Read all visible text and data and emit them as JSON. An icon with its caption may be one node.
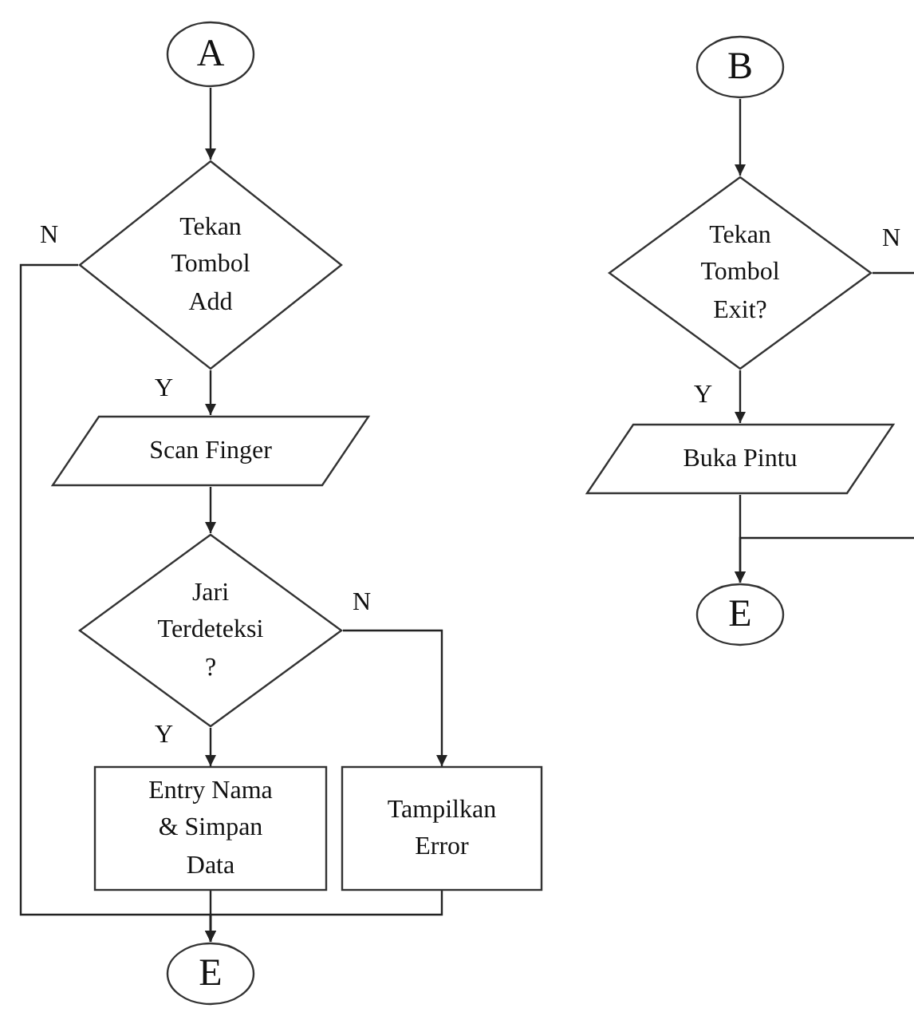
{
  "diagram": {
    "nodes": [
      {
        "text": [
          "A"
        ]
      },
      {
        "text": [
          "Tekan Tombol Add"
        ]
      },
      {
        "text": [
          "Scan Finger"
        ]
      },
      {
        "text": [
          "Jari Terdeteksi ?"
        ]
      },
      {
        "text": [
          "Entry Nama & Simpan Data"
        ]
      },
      {
        "text": [
          "Tampilkan Error"
        ]
      },
      {
        "text": [
          "E"
        ]
      },
      {
        "text": [
          "B"
        ]
      },
      {
        "text": [
          "Tekan Tombol Exit?"
        ]
      },
      {
        "text": [
          "Buka Pintu"
        ]
      },
      {
        "text": [
          "E"
        ]
      }
    ],
    "edges": [
      {
        "from": 0,
        "to": 1,
        "arrow": "to"
      },
      {
        "from": 1,
        "to": 2,
        "arrow": "to",
        "label": "Y"
      },
      {
        "from": 2,
        "to": 3,
        "arrow": "to"
      },
      {
        "from": 3,
        "to": 4,
        "arrow": "to",
        "label": "Y"
      },
      {
        "from": 3,
        "to": 5,
        "arrow": "to",
        "label": "N"
      },
      {
        "from": 4,
        "to": 6,
        "arrow": "to"
      },
      {
        "from": 5,
        "to": 6,
        "arrow": "to"
      },
      {
        "from": 1,
        "to": 6,
        "arrow": "to",
        "label": "N"
      },
      {
        "from": 7,
        "to": 8,
        "arrow": "to"
      },
      {
        "from": 8,
        "to": null,
        "arrow": "none",
        "label": "N"
      },
      {
        "from": 8,
        "to": 9,
        "arrow": "to",
        "label": "Y"
      },
      {
        "from": 9,
        "to": 10,
        "arrow": "to"
      },
      {
        "from": null,
        "to": 10,
        "arrow": "to"
      }
    ]
  }
}
